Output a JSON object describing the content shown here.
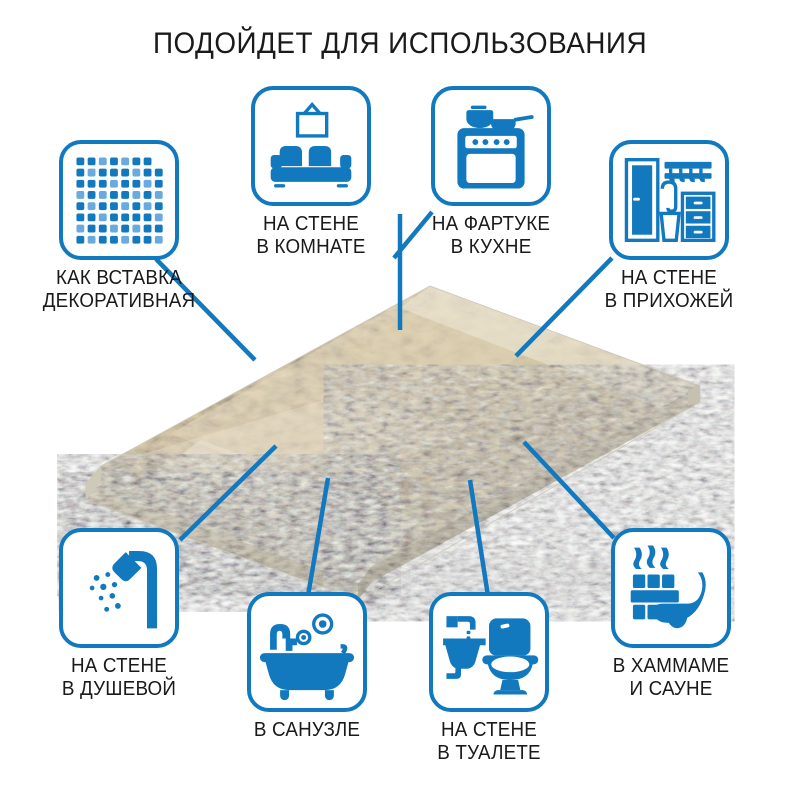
{
  "page": {
    "title": "ПОДОЙДЕТ ДЛЯ ИСПОЛЬЗОВАНИЯ",
    "background_color": "#ffffff",
    "accent_color": "#1379bf",
    "text_color": "#1a1a1a"
  },
  "product": {
    "name": "travertine-stone-tile",
    "description": "Бежевая каменная плитка (травертин) в перспективе",
    "surface_color": "#e4d6bd",
    "edge_color": "#d9d2c4",
    "side_color": "#cfc9bb"
  },
  "features": [
    {
      "id": "mosaic",
      "icon": "mosaic-pattern-icon",
      "line1": "КАК ВСТАВКА",
      "line2": "ДЕКОРАТИВНАЯ"
    },
    {
      "id": "room",
      "icon": "sofa-with-picture-icon",
      "line1": "НА СТЕНЕ",
      "line2": "В КОМНАТЕ"
    },
    {
      "id": "kitchen",
      "icon": "stove-with-pot-icon",
      "line1": "НА ФАРТУКЕ",
      "line2": "В КУХНЕ"
    },
    {
      "id": "hallway",
      "icon": "hallway-door-wardrobe-icon",
      "line1": "НА СТЕНЕ",
      "line2": "В ПРИХОЖЕЙ"
    },
    {
      "id": "shower",
      "icon": "shower-head-icon",
      "line1": "НА СТЕНЕ",
      "line2": "В ДУШЕВОЙ"
    },
    {
      "id": "bathroom",
      "icon": "bathtub-icon",
      "line1": "В САНУЗЛЕ",
      "line2": ""
    },
    {
      "id": "toilet",
      "icon": "toilet-and-sink-icon",
      "line1": "НА СТЕНЕ",
      "line2": "В ТУАЛЕТЕ"
    },
    {
      "id": "sauna",
      "icon": "sauna-heater-ladle-icon",
      "line1": "В ХАММАМЕ",
      "line2": "И САУНЕ"
    }
  ]
}
